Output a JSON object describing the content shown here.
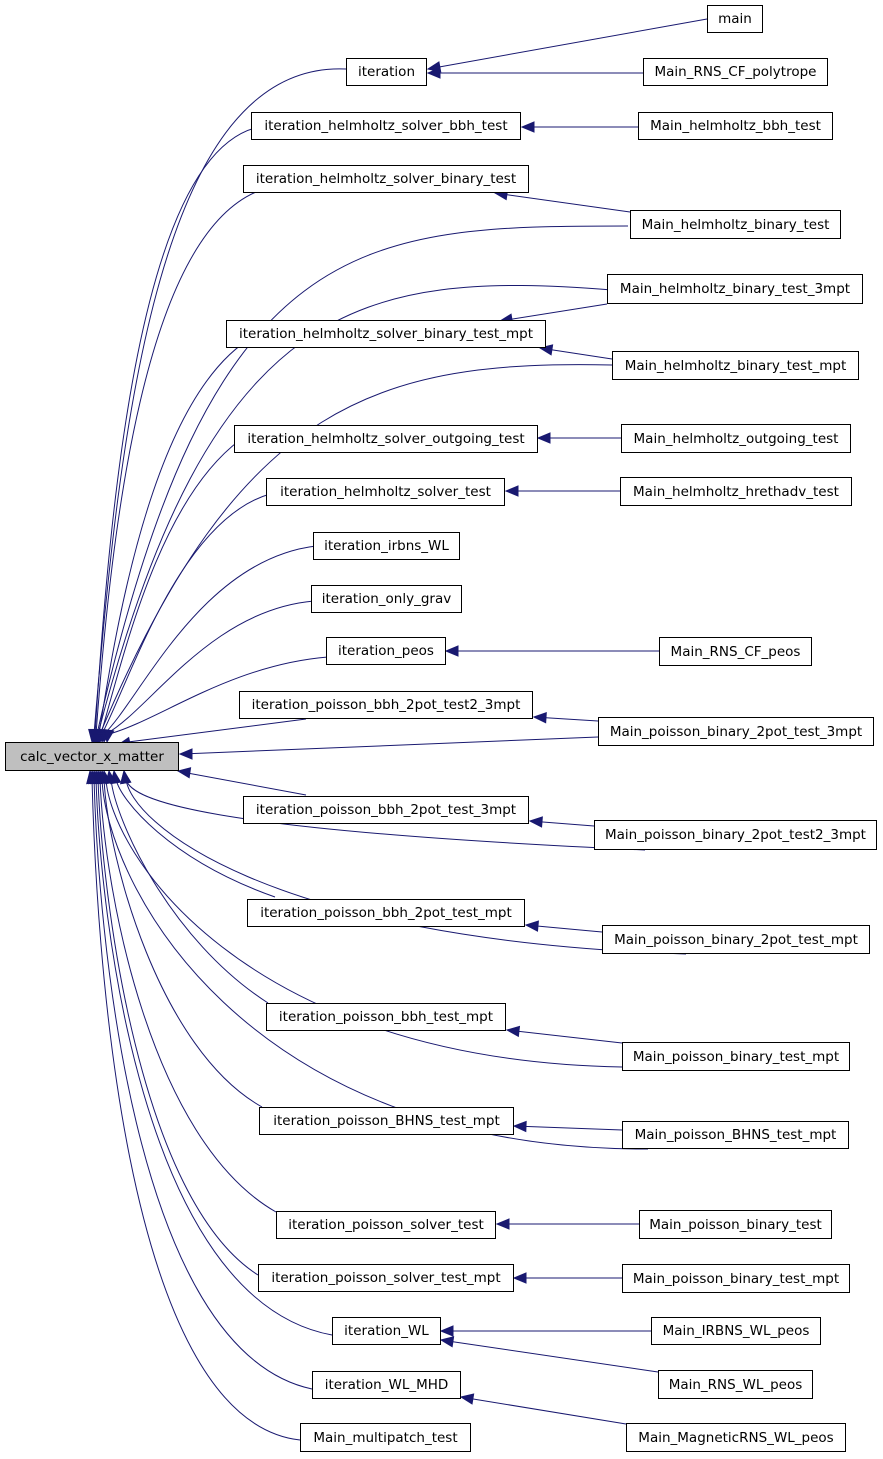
{
  "graph": {
    "root": "calc_vector_x_matter",
    "callers": [
      "iteration",
      "iteration_helmholtz_solver_bbh_test",
      "iteration_helmholtz_solver_binary_test",
      "iteration_helmholtz_solver_binary_test_mpt",
      "iteration_helmholtz_solver_outgoing_test",
      "iteration_helmholtz_solver_test",
      "iteration_irbns_WL",
      "iteration_only_grav",
      "iteration_peos",
      "iteration_poisson_bbh_2pot_test2_3mpt",
      "iteration_poisson_bbh_2pot_test_3mpt",
      "iteration_poisson_bbh_2pot_test_mpt",
      "iteration_poisson_bbh_test_mpt",
      "iteration_poisson_BHNS_test_mpt",
      "iteration_poisson_solver_test",
      "iteration_poisson_solver_test_mpt",
      "iteration_WL",
      "iteration_WL_MHD",
      "Main_multipatch_test"
    ],
    "mains": [
      "main",
      "Main_RNS_CF_polytrope",
      "Main_helmholtz_bbh_test",
      "Main_helmholtz_binary_test",
      "Main_helmholtz_binary_test_3mpt",
      "Main_helmholtz_binary_test_mpt",
      "Main_helmholtz_outgoing_test",
      "Main_helmholtz_hrethadv_test",
      "Main_RNS_CF_peos",
      "Main_poisson_binary_2pot_test_3mpt",
      "Main_poisson_binary_2pot_test2_3mpt",
      "Main_poisson_binary_2pot_test_mpt",
      "Main_poisson_binary_test_mpt",
      "Main_poisson_BHNS_test_mpt",
      "Main_poisson_binary_test",
      "Main_poisson_binary_test_mpt",
      "Main_IRBNS_WL_peos",
      "Main_RNS_WL_peos",
      "Main_MagneticRNS_WL_peos"
    ]
  },
  "colors": {
    "edge": "#191970",
    "node_border": "#000000",
    "root_fill": "#bfbfbf",
    "node_fill": "#ffffff"
  }
}
